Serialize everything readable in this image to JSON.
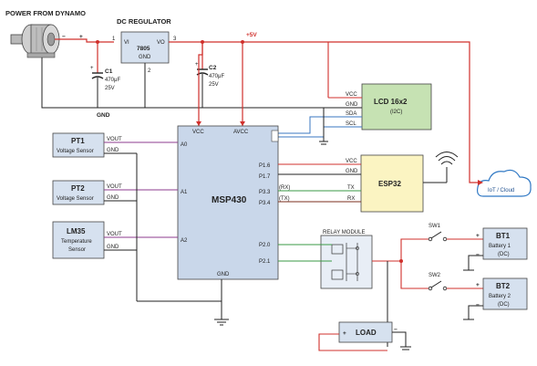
{
  "source": {
    "label": "POWER FROM DYNAMO"
  },
  "regulator": {
    "title": "DC REGULATOR",
    "part": "7805",
    "gnd": "GND",
    "vi": "VI",
    "vo": "VO",
    "pin1": "1",
    "pin2": "2",
    "pin3": "3"
  },
  "supply": {
    "plus5": "+5V",
    "gnd": "GND",
    "plus": "+",
    "minus": "−"
  },
  "c1": {
    "name": "C1",
    "value": "470μF",
    "voltage": "25V",
    "plus": "+"
  },
  "c2": {
    "name": "C2",
    "value": "470μF",
    "voltage": "25V",
    "plus": "+"
  },
  "lcd": {
    "title": "LCD 16x2",
    "sub": "(I2C)",
    "pins": [
      "VCC",
      "GND",
      "SDA",
      "SCL"
    ]
  },
  "mcu": {
    "name": "MSP430",
    "vcc": "VCC",
    "avcc": "AVCC",
    "gnd": "GND",
    "a0": "A0",
    "a1": "A1",
    "a2": "A2",
    "p16": "P1.6",
    "p17": "P1.7",
    "p33": "P3.3",
    "p34": "P3.4",
    "p20": "P2.0",
    "p21": "P2.1"
  },
  "esp": {
    "name": "ESP32",
    "vcc": "VCC",
    "gnd": "GND",
    "tx": "TX",
    "rx": "RX",
    "rxl": "(RX)",
    "txl": "(TX)"
  },
  "cloud": {
    "label": "IoT / Cloud"
  },
  "pt1": {
    "title": "PT1",
    "sub": "Voltage Sensor",
    "vout": "VOUT",
    "gnd": "GND"
  },
  "pt2": {
    "title": "PT2",
    "sub": "Voltage Sensor",
    "vout": "VOUT",
    "gnd": "GND"
  },
  "lm35": {
    "title": "LM35",
    "sub1": "Temperature",
    "sub2": "Sensor",
    "vout": "VOUT",
    "gnd": "GND"
  },
  "relay": {
    "title": "RELAY MODULE"
  },
  "sw1": {
    "label": "SW1"
  },
  "sw2": {
    "label": "SW2"
  },
  "bt1": {
    "title": "BT1",
    "sub1": "Battery 1",
    "sub2": "(DC)",
    "plus": "+",
    "minus": "−"
  },
  "bt2": {
    "title": "BT2",
    "sub1": "Battery 2",
    "sub2": "(DC)",
    "plus": "+",
    "minus": "−"
  },
  "load": {
    "label": "LOAD",
    "plus": "+",
    "minus": "−"
  },
  "colors": {
    "red": "#d0302c",
    "purple": "#8e3b8f",
    "green": "#3a9a45",
    "brown": "#7b2e1e",
    "grey": "#555555",
    "mcu_fill": "#c9d7ea",
    "lcd_fill": "#c6e2b3",
    "esp_fill": "#fbf4c2",
    "box_fill": "#d6e1ef",
    "cloud": "#2f78c4"
  }
}
